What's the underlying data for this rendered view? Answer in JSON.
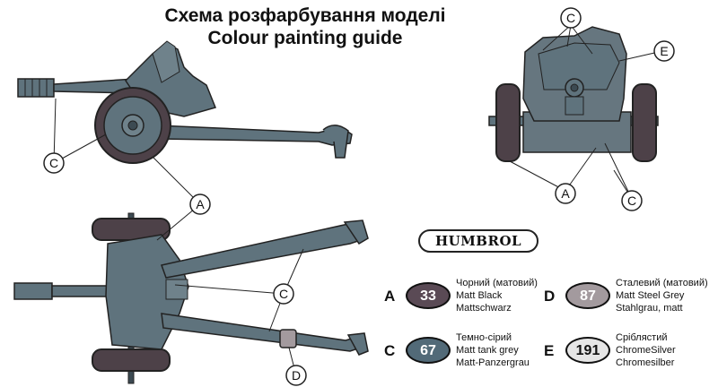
{
  "title": {
    "line1": "Схема розфарбування моделі",
    "line2": "Colour painting guide"
  },
  "callout_letters": [
    "A",
    "C",
    "D",
    "E"
  ],
  "brand": "HUMBROL",
  "colors": {
    "gun_grey": "#5f737d",
    "gun_dark": "#3c4a52",
    "tyre": "#4d4148",
    "panel": "#66767f"
  },
  "legend": [
    {
      "letter": "A",
      "code": "33",
      "chip_color": "#5a4a55",
      "code_color": "#ffffff",
      "names": [
        "Чорний (матовий)",
        "Matt Black",
        "Mattschwarz"
      ]
    },
    {
      "letter": "D",
      "code": "87",
      "chip_color": "#a39a9e",
      "code_color": "#ffffff",
      "names": [
        "Сталевий (матовий)",
        "Matt Steel Grey",
        "Stahlgrau, matt"
      ]
    },
    {
      "letter": "C",
      "code": "67",
      "chip_color": "#526a78",
      "code_color": "#ffffff",
      "names": [
        "Темно-сірий",
        "Matt tank grey",
        "Matt-Panzergrau"
      ]
    },
    {
      "letter": "E",
      "code": "191",
      "chip_color": "#e6e6e6",
      "code_color": "#111111",
      "names": [
        "Сріблястий",
        "ChromeSilver",
        "Chromesilber"
      ]
    }
  ]
}
